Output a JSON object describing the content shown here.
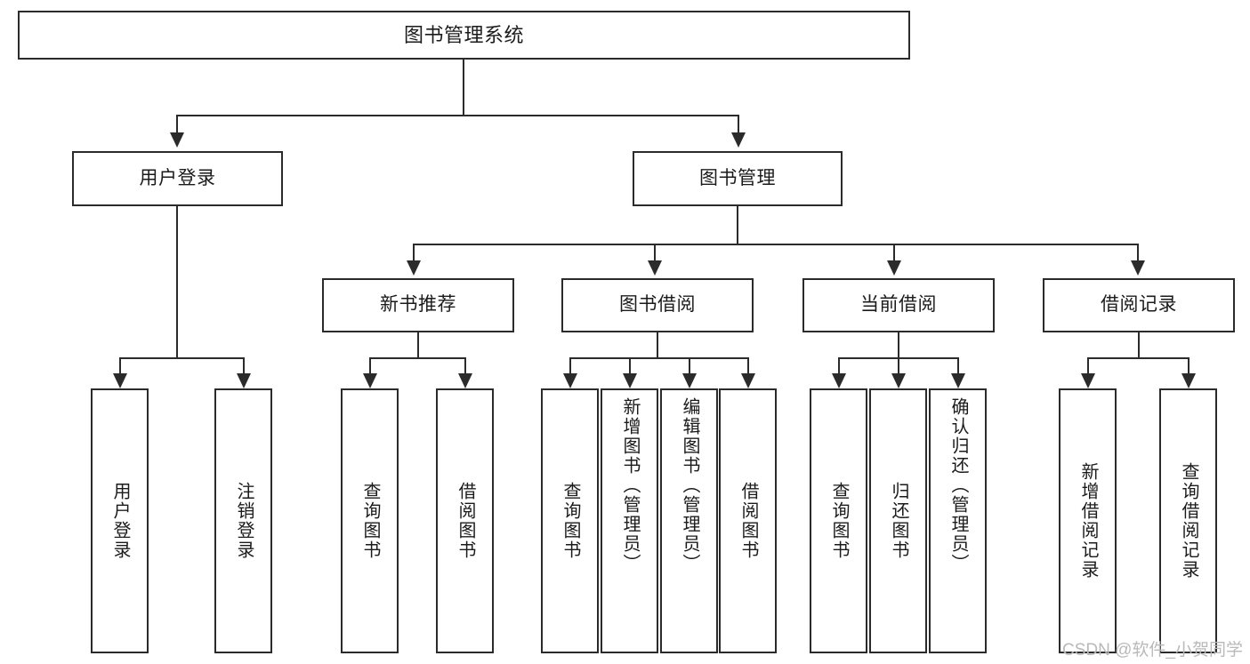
{
  "diagram": {
    "title": "图书管理系统",
    "root": {
      "label": "图书管理系统"
    },
    "level2": [
      {
        "label": "用户登录"
      },
      {
        "label": "图书管理"
      }
    ],
    "level3": [
      {
        "label": "新书推荐"
      },
      {
        "label": "图书借阅"
      },
      {
        "label": "当前借阅"
      },
      {
        "label": "借阅记录"
      }
    ],
    "leaves": {
      "user_login": [
        {
          "label": "用户登录"
        },
        {
          "label": "注销登录"
        }
      ],
      "new_book_recommend": [
        {
          "label": "查询图书"
        },
        {
          "label": "借阅图书"
        }
      ],
      "book_borrow": [
        {
          "label": "查询图书"
        },
        {
          "label": "新增图书（管理员）"
        },
        {
          "label": "编辑图书（管理员）"
        },
        {
          "label": "借阅图书"
        }
      ],
      "current_borrow": [
        {
          "label": "查询图书"
        },
        {
          "label": "归还图书"
        },
        {
          "label": "确认归还（管理员）"
        }
      ],
      "borrow_record": [
        {
          "label": "新增借阅记录"
        },
        {
          "label": "查询借阅记录"
        }
      ]
    }
  },
  "watermark": {
    "text": "CSDN @软件_小贺同学"
  },
  "colors": {
    "stroke": "#2b2b2b",
    "fill": "#ffffff",
    "text": "#1b1b1b",
    "watermark": "#b9b9b9"
  }
}
